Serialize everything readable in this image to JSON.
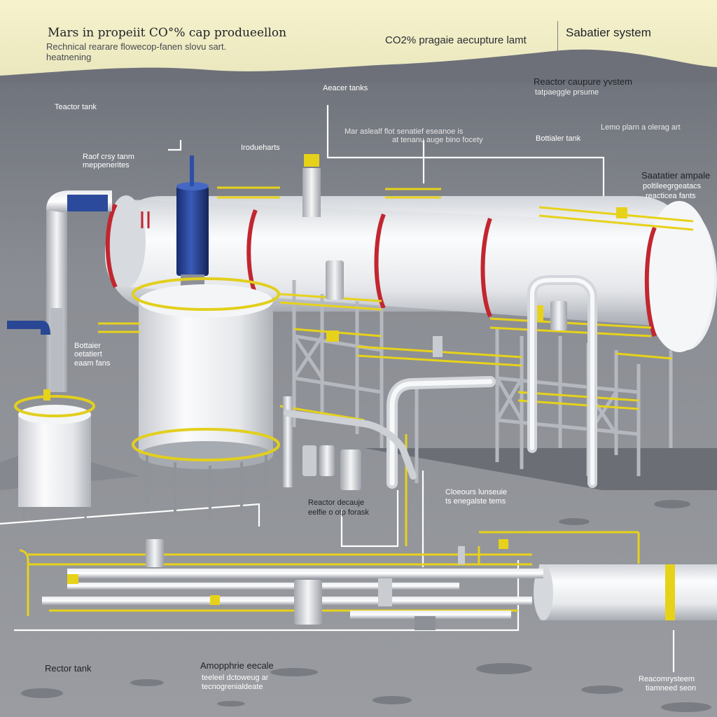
{
  "header": {
    "title": "Mars in propeiit CO°% cap produeellon",
    "subtitle_line1": "Rechnical rearare flowecop-fanen slovu sart.",
    "subtitle_line2": "heatnening",
    "center_title": "CO2% pragaie aecupture lamt",
    "right_title": "Sabatier system"
  },
  "labels": {
    "teactor_tank": "Teactor tank",
    "aeacer_tanks": "Aeacer tanks",
    "reactor_caupure": "Reactor caupure yvstem",
    "reactor_caupure_sub": "tatpaeggle prsume",
    "lemo_plan": "Lemo plarn a olerag art",
    "mar_asleall": "Mar aslealf flot senatief eseanoe is",
    "at_tenanu": "at tenanu auge bino focety",
    "bottialer_tank": "Bottialer tank",
    "irodueharts": "Irodueharts",
    "rao_cry_line1": "Raof crsy tanm",
    "rao_cry_line2": "meppenerites",
    "saatatier_line1": "Saatatier ampale",
    "saatatier_line2": "poltileegrgeatacs",
    "saatatier_line3": "reacticea fants",
    "bottaier_line1": "Bottaier",
    "bottaier_line2": "oetatiert",
    "bottaier_line3": "eaam fans",
    "reactor_dosage_line1": "Reactor decauje",
    "reactor_dosage_line2": "eelfie o otp forask",
    "cloeours_line1": "Cloeours lunseuie",
    "cloeours_line2": "ts enegalste tems",
    "rector_tank": "Rector tank",
    "amopphrie_line1": "Amopphrie eecale",
    "amopphrie_line2": "teeleel dctoweug ar",
    "amopphrie_line3": "tecnogrenialdeate",
    "reacomy_line1": "Reacomrysteem",
    "reacomy_line2": "tiamneed seon"
  },
  "colors": {
    "sky": "#f4f1c4",
    "ground": "#8e9096",
    "tank_white": "#eef0f2",
    "rail_yellow": "#e7d21a",
    "blue_tower": "#23409a",
    "red_band": "#c2262f",
    "structure": "#b9bdc3",
    "leader_line": "#ffffff"
  },
  "icons": [
    "blue-tower-icon",
    "yellow-valve-icon",
    "red-flange-icon"
  ]
}
